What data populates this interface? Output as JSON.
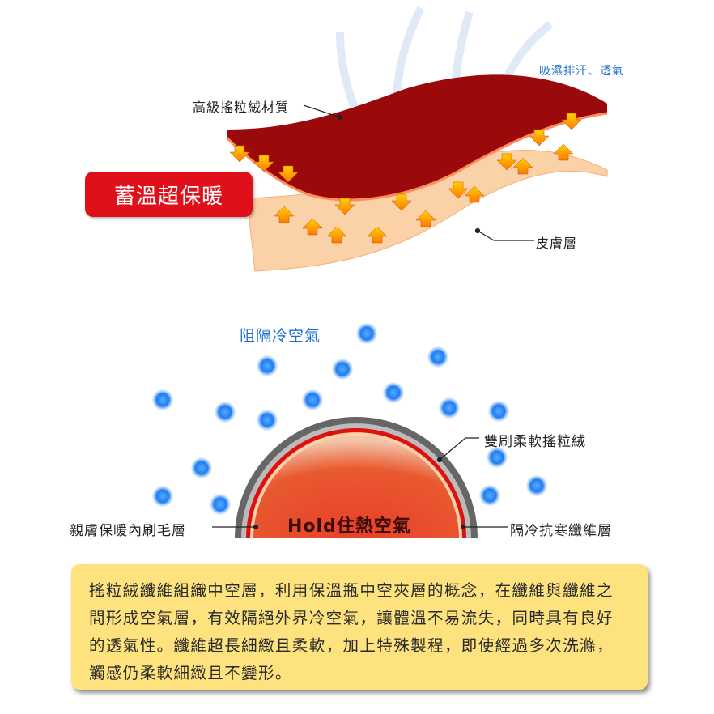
{
  "top_diagram": {
    "badge": "蓄溫超保暖",
    "label_fabric": "高級搖粒絨材質",
    "label_breathable": "吸濕排汗、透氣",
    "label_skin": "皮膚層"
  },
  "bottom_diagram": {
    "label_block_cold": "阻隔冷空氣",
    "label_outer": "雙刷柔軟搖粒絨",
    "label_inner": "親膚保暖內刷毛層",
    "label_insulation": "隔冷抗寒纖維層",
    "center_text": "Hold住熱空氣"
  },
  "description": "搖粒絨纖維組織中空層，利用保溫瓶中空夾層的概念，在纖維與纖維之間形成空氣層，有效隔絕外界冷空氣，讓體溫不易流失，同時具有良好的透氣性。纖維超長細緻且柔軟，加上特殊製程，即使經過多次洗滌，觸感仍柔軟細緻且不變形。",
  "colors": {
    "fabric": "#9a0a0a",
    "skin": "#fbd2a8",
    "badge": "#e0101a",
    "dot": "#1e7ef0",
    "box": "#fde27e"
  }
}
